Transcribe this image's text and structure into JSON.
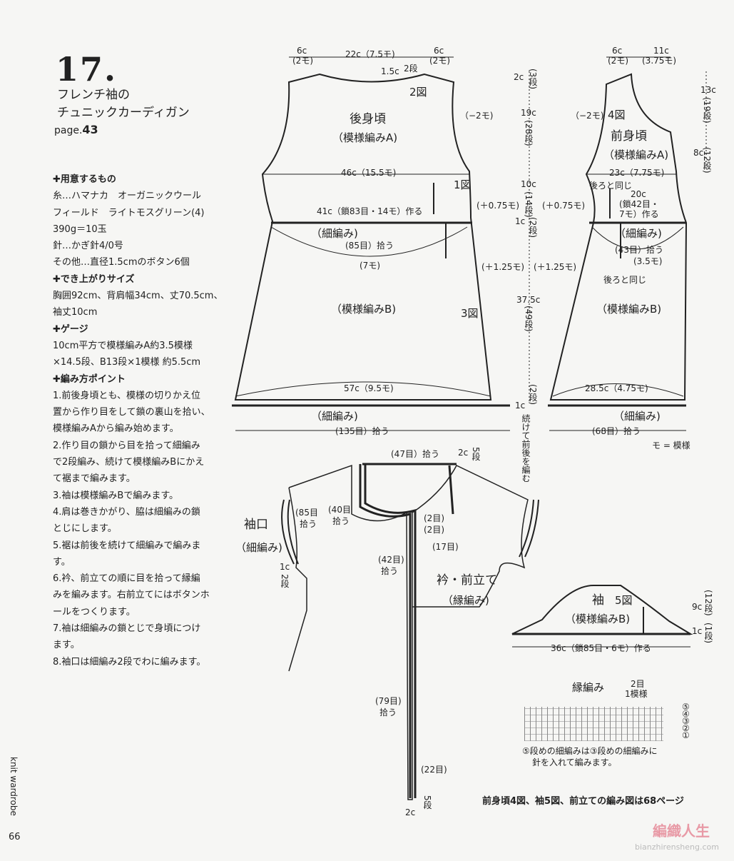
{
  "header": {
    "number": "17.",
    "title_line1": "フレンチ袖の",
    "title_line2": "チュニックカーディガン",
    "page_prefix": "page.",
    "page_num": "43"
  },
  "instructions": [
    {
      "text": "✚用意するもの",
      "head": true
    },
    {
      "text": "糸…ハマナカ　オーガニックウール"
    },
    {
      "text": "フィールド　ライトモスグリーン(4)"
    },
    {
      "text": "390g＝10玉"
    },
    {
      "text": "針…かぎ針4/0号"
    },
    {
      "text": "その他…直径1.5cmのボタン6個"
    },
    {
      "text": "✚でき上がりサイズ",
      "head": true
    },
    {
      "text": "胸囲92cm、背肩幅34cm、丈70.5cm、"
    },
    {
      "text": "袖丈10cm"
    },
    {
      "text": "✚ゲージ",
      "head": true
    },
    {
      "text": "10cm平方で模様編みA約3.5模様"
    },
    {
      "text": "×14.5段、B13段×1模様 約5.5cm"
    },
    {
      "text": "✚編み方ポイント",
      "head": true
    },
    {
      "text": "1.前後身頃とも、模様の切りかえ位"
    },
    {
      "text": "置から作り目をして鎖の裏山を拾い、"
    },
    {
      "text": "模様編みAから編み始めます。"
    },
    {
      "text": "2.作り目の鎖から目を拾って細編み"
    },
    {
      "text": "で2段編み、続けて模様編みBにかえ"
    },
    {
      "text": "て裾まで編みます。"
    },
    {
      "text": "3.袖は模様編みBで編みます。"
    },
    {
      "text": "4.肩は巻きかがり、脇は細編みの鎖"
    },
    {
      "text": "とじにします。"
    },
    {
      "text": "5.裾は前後を続けて細編みで編みま"
    },
    {
      "text": "す。"
    },
    {
      "text": "6.衿、前立ての順に目を拾って縁編"
    },
    {
      "text": "みを編みます。右前立てにはボタンホ"
    },
    {
      "text": "ールをつくります。"
    },
    {
      "text": "7.袖は細編みの鎖とじで身頃につけ"
    },
    {
      "text": "ます。"
    },
    {
      "text": "8.袖口は細編み2段でわに編みます。"
    }
  ],
  "labels": {
    "back_title": "後身頃",
    "back_patA": "（模様編みA)",
    "fig2": "2図",
    "fig1": "1図",
    "fig3": "3図",
    "fig4": "4図",
    "fig5": "5図",
    "back_patB": "（模様編みB)",
    "front_title": "前身頃",
    "front_patA": "（模様編みA)",
    "front_patB": "（模様編みB)",
    "hosoami": "（細編み)",
    "hosoami2": "（細編み)",
    "hosoami_hem": "（細編み)",
    "hosoami_hem2": "（細編み)",
    "back_6c_l": "6c",
    "back_2mo_l": "(2モ)",
    "back_22c": "22c（7.5モ)",
    "back_2dan": "2段",
    "back_6c_r": "6c",
    "back_2mo_r": "(2モ)",
    "back_1_5c": "1.5c",
    "back_minus2": "（−2モ)",
    "back_46c": "46c（15.5モ)",
    "back_41c": "41c（鎖83目・14モ）作る",
    "back_85": "(85目）拾う",
    "back_7mo": "(7モ)",
    "back_plus075": "(＋0.75モ)",
    "back_plus125": "(＋1.25モ)",
    "back_57c": "57c（9.5モ)",
    "back_135": "(135目）拾う",
    "c_2c": "2c",
    "c_19c": "19c",
    "c_10c": "10c",
    "c_1c": "1c",
    "c_37_5c": "37.5c",
    "c_1c_b": "1c",
    "front_6c": "6c",
    "front_2mo": "(2モ)",
    "front_11c": "11c",
    "front_375": "(3.75モ)",
    "front_minus2": "（−2モ)",
    "front_23c": "23c（7.75モ)",
    "front_same": "後ろと同じ",
    "front_20c": "20c",
    "front_42": "(鎖42目・",
    "front_7mo": "7モ）作る",
    "front_plus075": "(＋0.75モ)",
    "front_43": "(43目）拾う",
    "front_35": "(3.5モ)",
    "front_plus125": "(＋1.25モ)",
    "front_same2": "後ろと同じ",
    "front_285": "28.5c（4.75モ)",
    "front_68": "(68目）拾う",
    "mo_note": "モ = 模様",
    "r_13c": "13c",
    "r_8c": "8c",
    "cont": "続けて前後を編む",
    "a_47": "(47目）拾う",
    "a_2c": "2c",
    "a_85": "(85目",
    "a_85b": "拾う",
    "a_40": "(40目",
    "a_40b": "拾う",
    "a_2m1": "(2目)",
    "a_2m2": "(2目)",
    "a_17": "(17目)",
    "a_42": "(42目)",
    "a_42b": "拾う",
    "a_79": "(79目)",
    "a_79b": "拾う",
    "a_22": "(22目)",
    "a_2c_b": "2c",
    "sodeguchi": "袖口",
    "sodeguchi_h": "（細編み)",
    "sode_1c": "1c",
    "eri": "衿・前立て",
    "eri_b": "（縁編み)",
    "sleeve": "袖",
    "sleeve_pat": "（模様編みB)",
    "sleeve_9c": "9c",
    "sleeve_1c": "1c",
    "sleeve_36": "36c（鎖85目・6モ）作る",
    "edge": "縁編み",
    "edge_2m": "2目",
    "edge_1mo": "1模様",
    "note1": "⑤段めの細編みは③段めの細編みに",
    "note2": "針を入れて編みます。",
    "footer": "前身頃4図、袖5図、前立ての編み図は68ページ",
    "row5": "⑤",
    "row4": "④",
    "row3": "③",
    "row2": "②",
    "row1": "①"
  },
  "vert": {
    "v_3dan": "(3段)",
    "v_28dan": "(28段)",
    "v_14dan": "(14段)",
    "v_2dan": "(2段)",
    "v_49dan": "(49段)",
    "v_2dan_b": "(2段)",
    "v_19dan": "(19段)",
    "v_12dan": "(12段)",
    "v_5dan": "5段",
    "v_2dan_s": "2段",
    "v_5dan_b": "5段",
    "v_12dan_s": "(12段)",
    "v_1dan": "(1段)"
  },
  "side": {
    "brand": "knit wardrobe",
    "page": "66"
  },
  "watermark": {
    "text": "編織人生",
    "url": "bianzhirensheng.com"
  }
}
